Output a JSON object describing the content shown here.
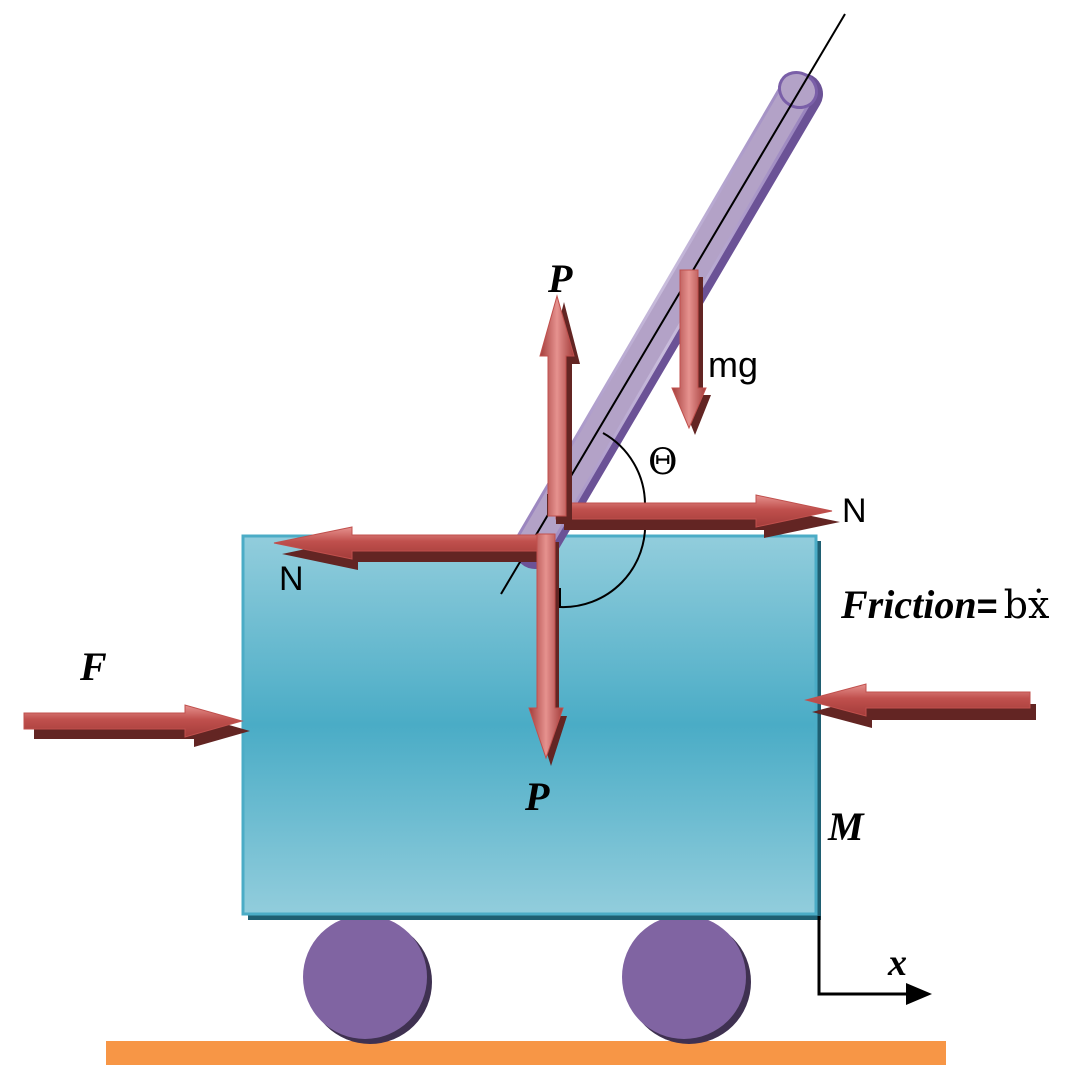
{
  "labels": {
    "force_applied": "F",
    "pin_force_up": "P",
    "pin_force_down": "P",
    "normal_force_right": "N",
    "normal_force_left": "N",
    "weight": "mg",
    "angle": "Θ",
    "friction_word": "Friction",
    "friction_equals": "=",
    "friction_expr": "bẋ",
    "cart_mass": "M",
    "position_axis": "x"
  },
  "colors": {
    "cart_edge": "#4bacc6",
    "cart_center": "#4aacc6",
    "cart_light": "#92cddc",
    "cart_shadow": "#1f5f72",
    "pendulum_fill": "#b3a2c7",
    "pendulum_edge": "#7a5fa8",
    "wheel": "#8064a2",
    "wheel_shadow": "#3f3151",
    "arrow_fill": "#c0504d",
    "arrow_shadow": "#632523",
    "ground": "#f79646"
  }
}
